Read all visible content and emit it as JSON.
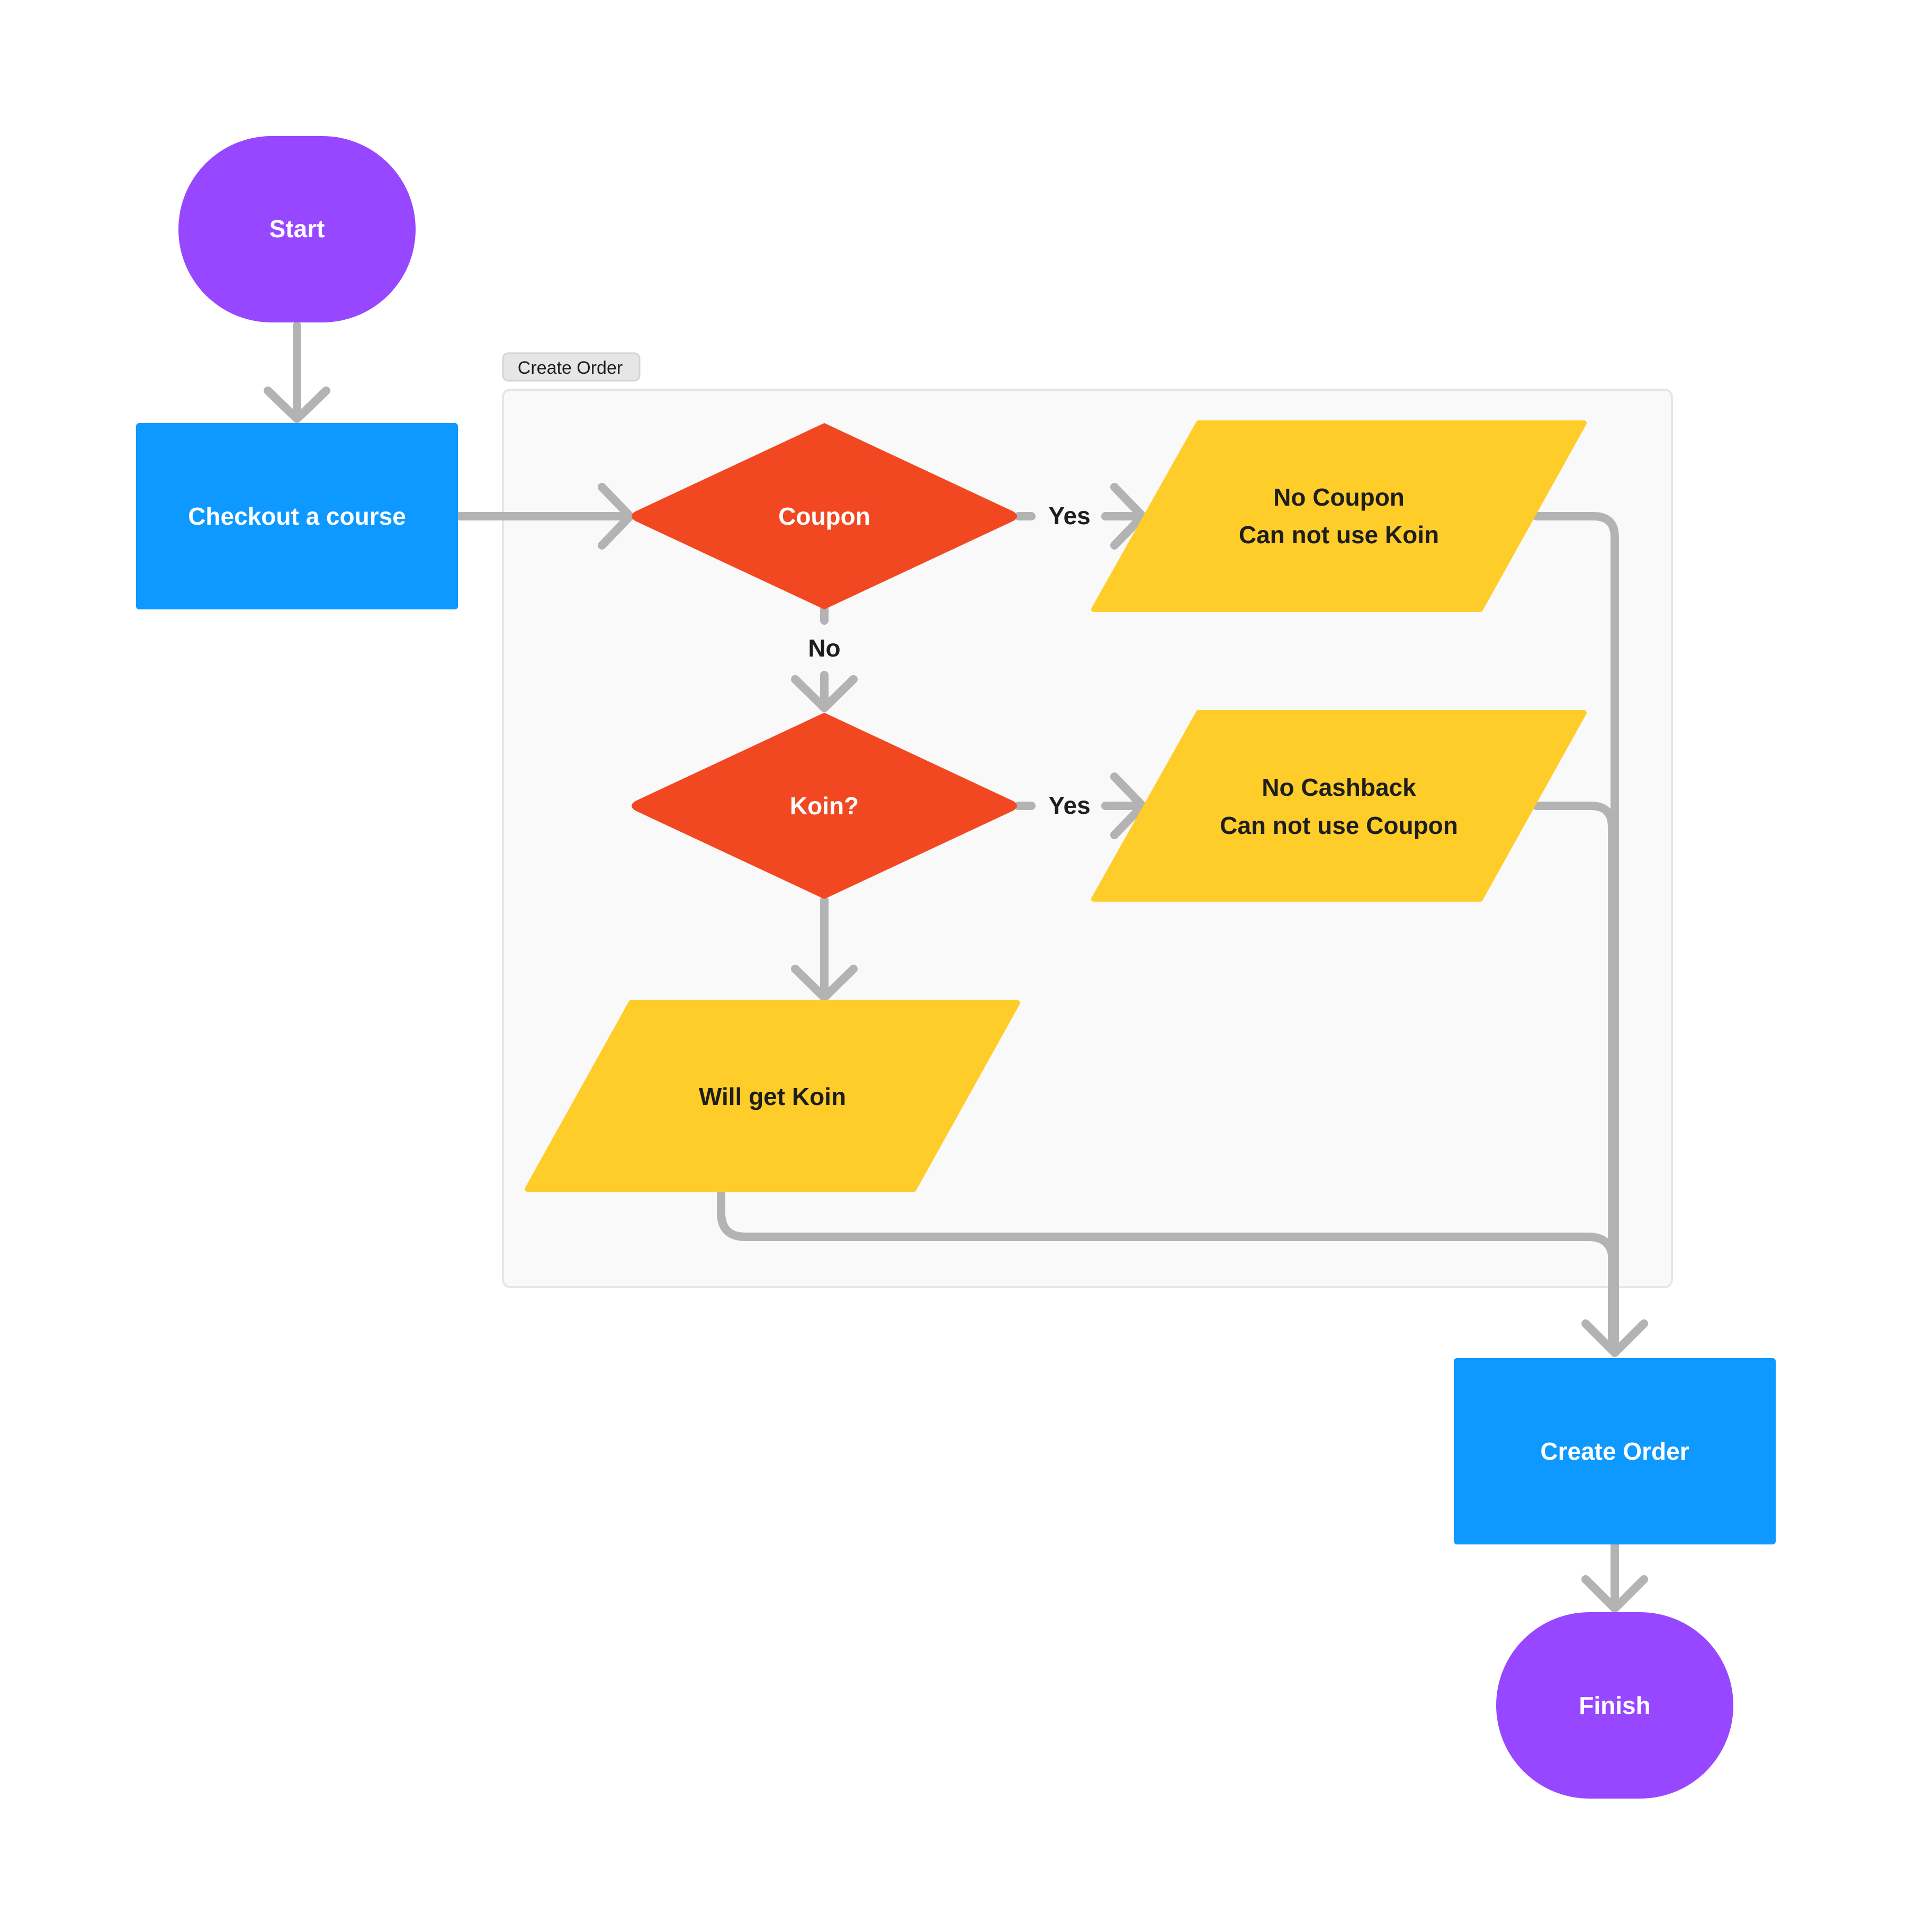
{
  "group": {
    "label": "Create Order"
  },
  "nodes": {
    "start": {
      "label": "Start"
    },
    "checkout": {
      "label": "Checkout a course"
    },
    "coupon": {
      "label": "Coupon"
    },
    "koin": {
      "label": "Koin?"
    },
    "no_coupon": {
      "line1": "No Coupon",
      "line2": "Can not use Koin"
    },
    "no_cashback": {
      "line1": "No Cashback",
      "line2": "Can not use Coupon"
    },
    "will_get_koin": {
      "label": "Will get Koin"
    },
    "create_order": {
      "label": "Create Order"
    },
    "finish": {
      "label": "Finish"
    }
  },
  "edge_labels": {
    "coupon_yes": "Yes",
    "coupon_no": "No",
    "koin_yes": "Yes"
  },
  "colors": {
    "terminal": "#9747FF",
    "process": "#0D99FF",
    "decision": "#F24822",
    "data": "#FFCD29",
    "connector": "#B3B3B3",
    "group_bg": "#F9F9F9",
    "group_border": "#E6E6E6",
    "light_text": "#FFFFFF",
    "dark_text": "#1E1E1E"
  }
}
